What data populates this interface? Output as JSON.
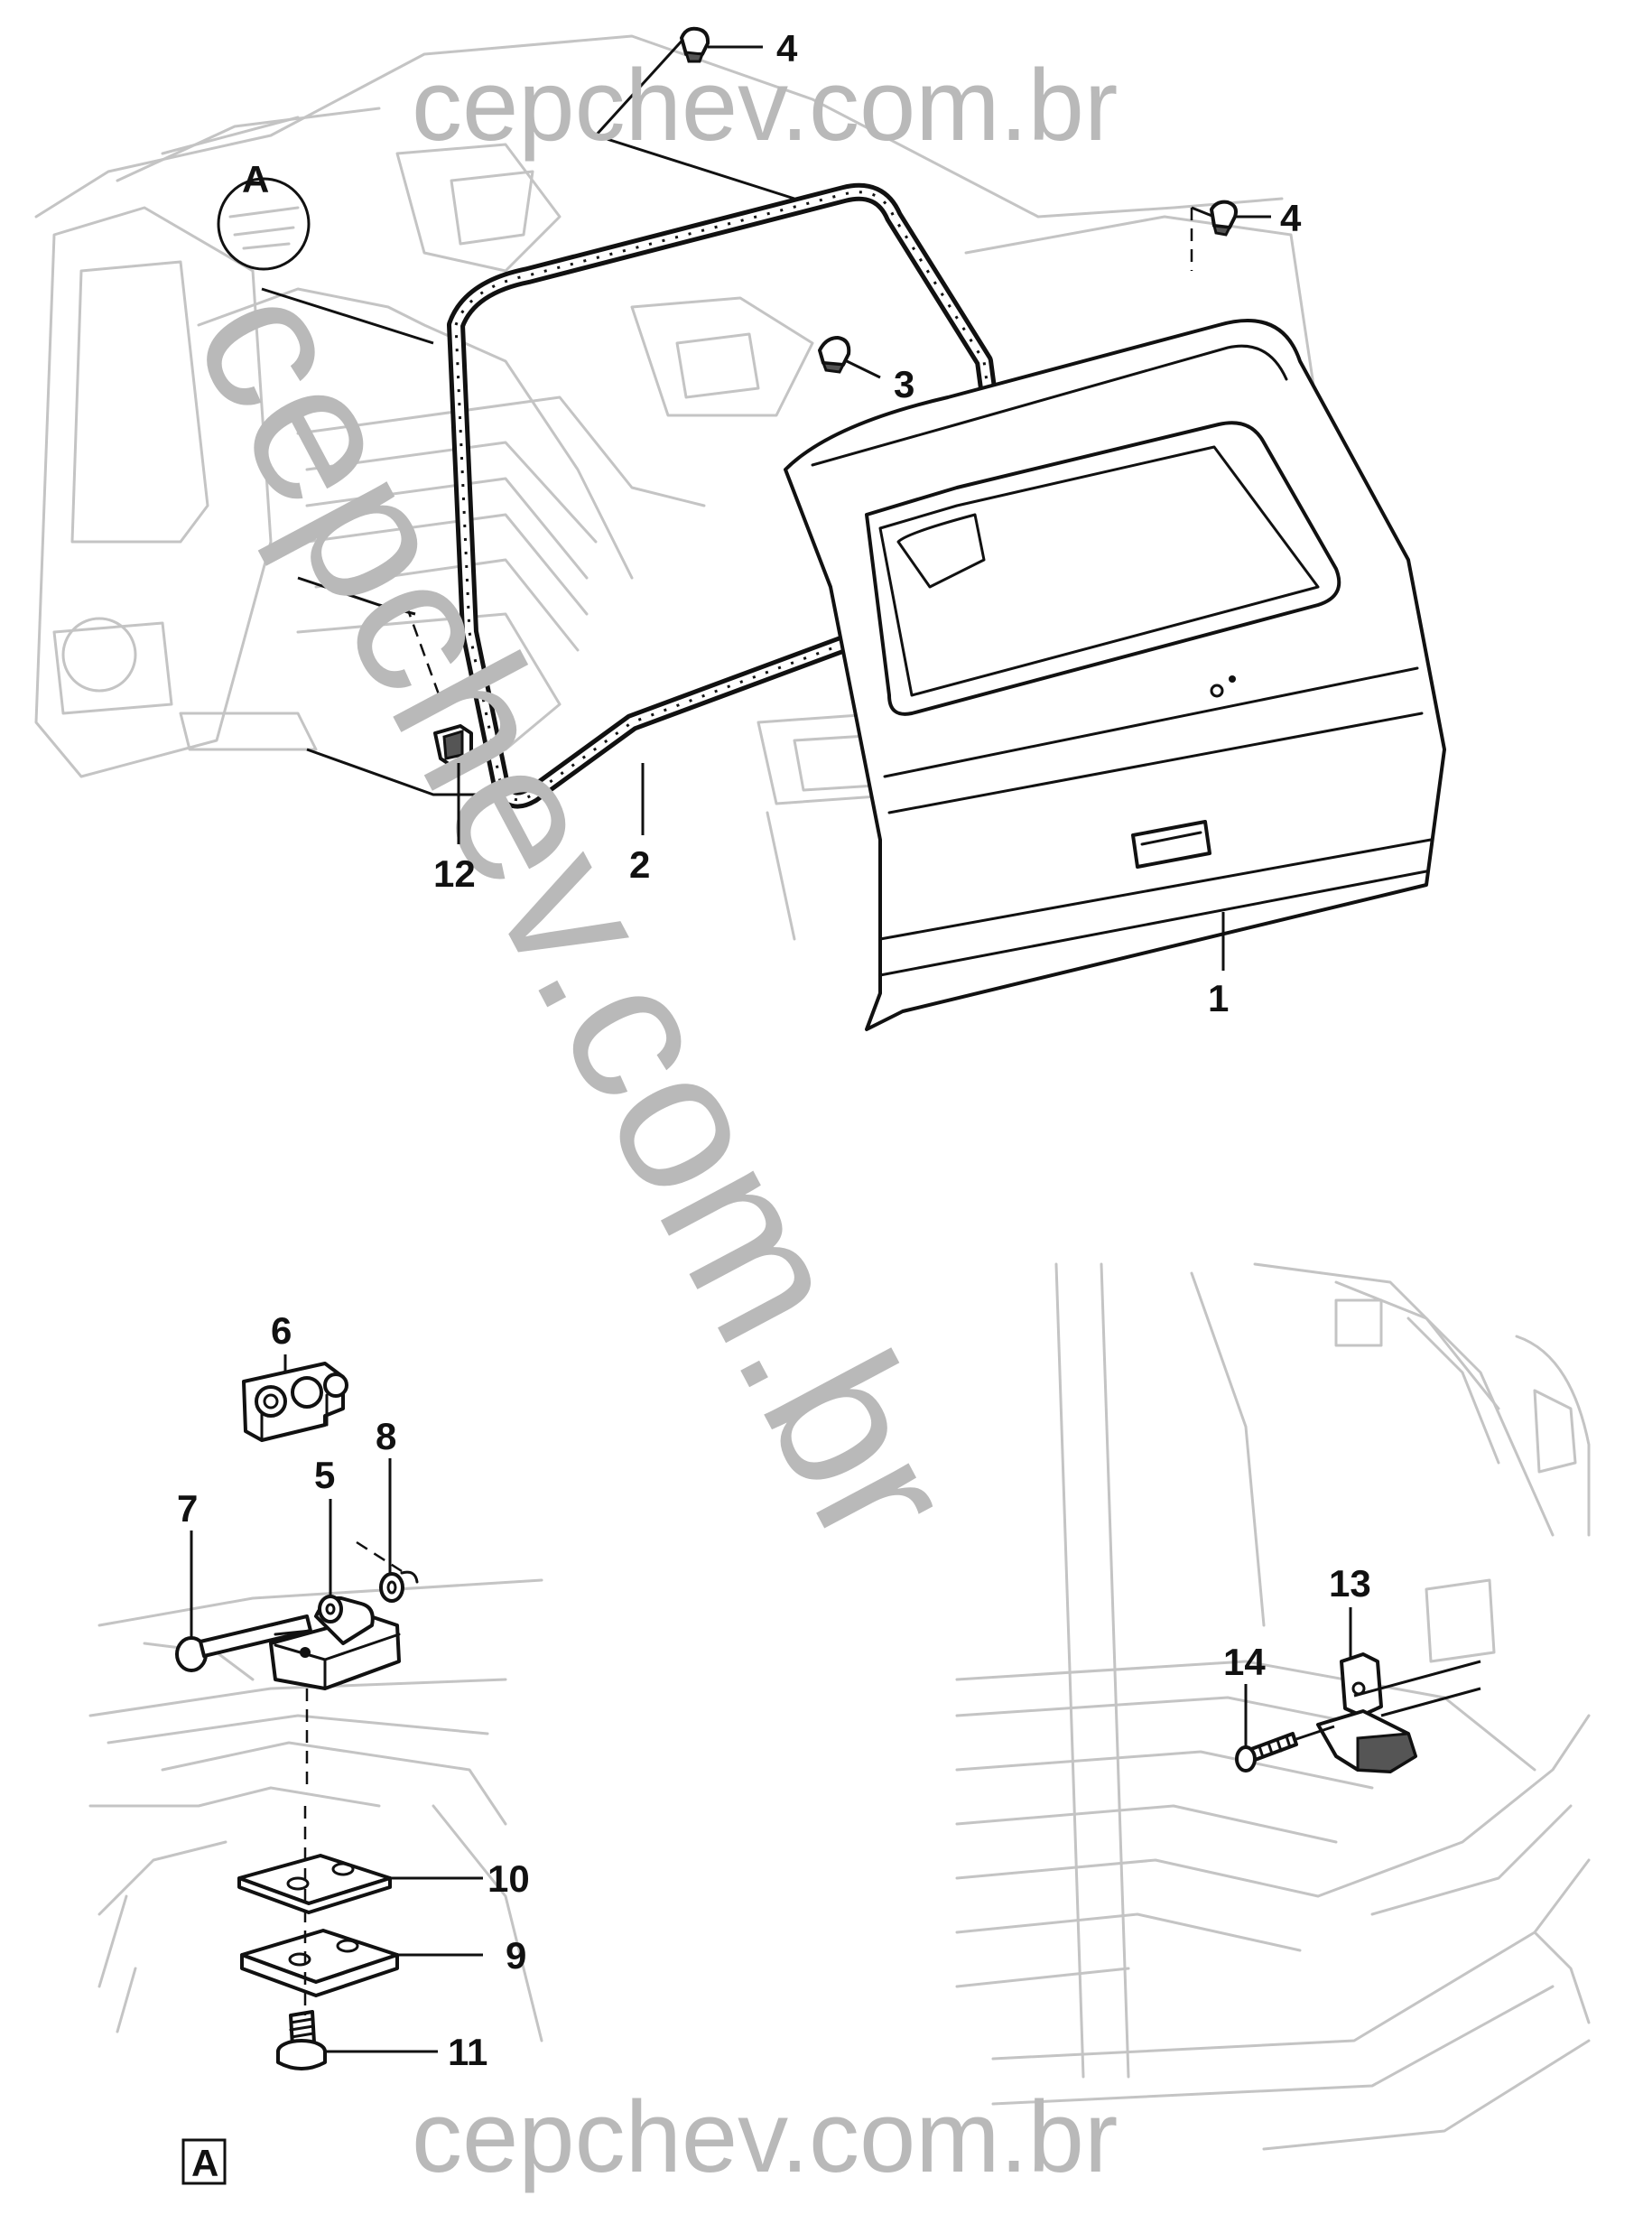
{
  "watermarks": {
    "top": "cepchev.com.br",
    "diagonal": "cepchev.com.br",
    "bottom": "cepchev.com.br"
  },
  "callouts": [
    {
      "id": "c1",
      "label": "1"
    },
    {
      "id": "c2",
      "label": "2"
    },
    {
      "id": "c3",
      "label": "3"
    },
    {
      "id": "c4a",
      "label": "4"
    },
    {
      "id": "c4b",
      "label": "4"
    },
    {
      "id": "c5",
      "label": "5"
    },
    {
      "id": "c6",
      "label": "6"
    },
    {
      "id": "c7",
      "label": "7"
    },
    {
      "id": "c8",
      "label": "8"
    },
    {
      "id": "c9",
      "label": "9"
    },
    {
      "id": "c10",
      "label": "10"
    },
    {
      "id": "c11",
      "label": "11"
    },
    {
      "id": "c12",
      "label": "12"
    },
    {
      "id": "c13",
      "label": "13"
    },
    {
      "id": "c14",
      "label": "14"
    }
  ],
  "detail": {
    "circle_label": "A",
    "box_label": "A"
  }
}
